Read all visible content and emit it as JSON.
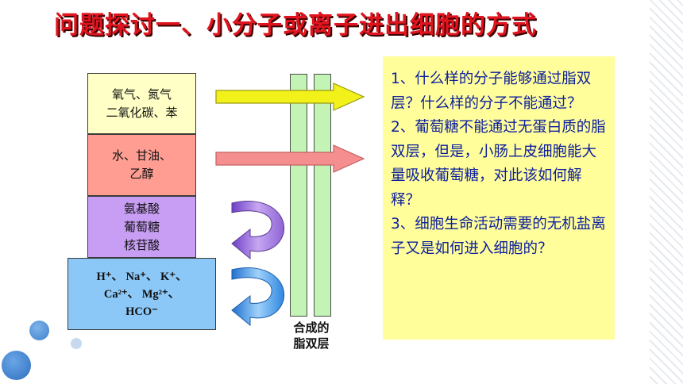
{
  "title": "问题探讨一、小分子或离子进出细胞的方式",
  "substances": [
    {
      "lines": [
        "氧气、氮气",
        "二氧化碳、苯"
      ],
      "color": "#ffffc6"
    },
    {
      "lines": [
        "水、甘油、",
        "乙醇"
      ],
      "color": "#ff9d93"
    },
    {
      "lines": [
        "氨基酸",
        "葡萄糖",
        "核苷酸"
      ],
      "color": "#c79ef3"
    },
    {
      "lines": [
        "H⁺、 Na⁺、 K⁺、",
        "Ca²⁺、 Mg²⁺、",
        "HCO⁻"
      ],
      "color": "#8cc8f7"
    }
  ],
  "membrane_label": [
    "合成的",
    "脂双层"
  ],
  "questions": [
    "1、什么样的分子能够通过脂双层？什么样的分子不能通过？",
    "2、葡萄糖不能通过无蛋白质的脂双层，但是，小肠上皮细胞能大量吸收葡萄糖，对此该如何解释？",
    "3、细胞生命活动需要的无机盐离子又是如何进入细胞的？"
  ],
  "colors": {
    "title": "#e0141e",
    "question_text": "#0d1f9c",
    "question_bg": "#fffe9b",
    "membrane": "#c3f4b6",
    "arrow_yellow": "#f2f21a",
    "arrow_pink": "#f58f8f",
    "arrow_purple": "#9b74d6",
    "arrow_blue": "#3a93e6"
  }
}
